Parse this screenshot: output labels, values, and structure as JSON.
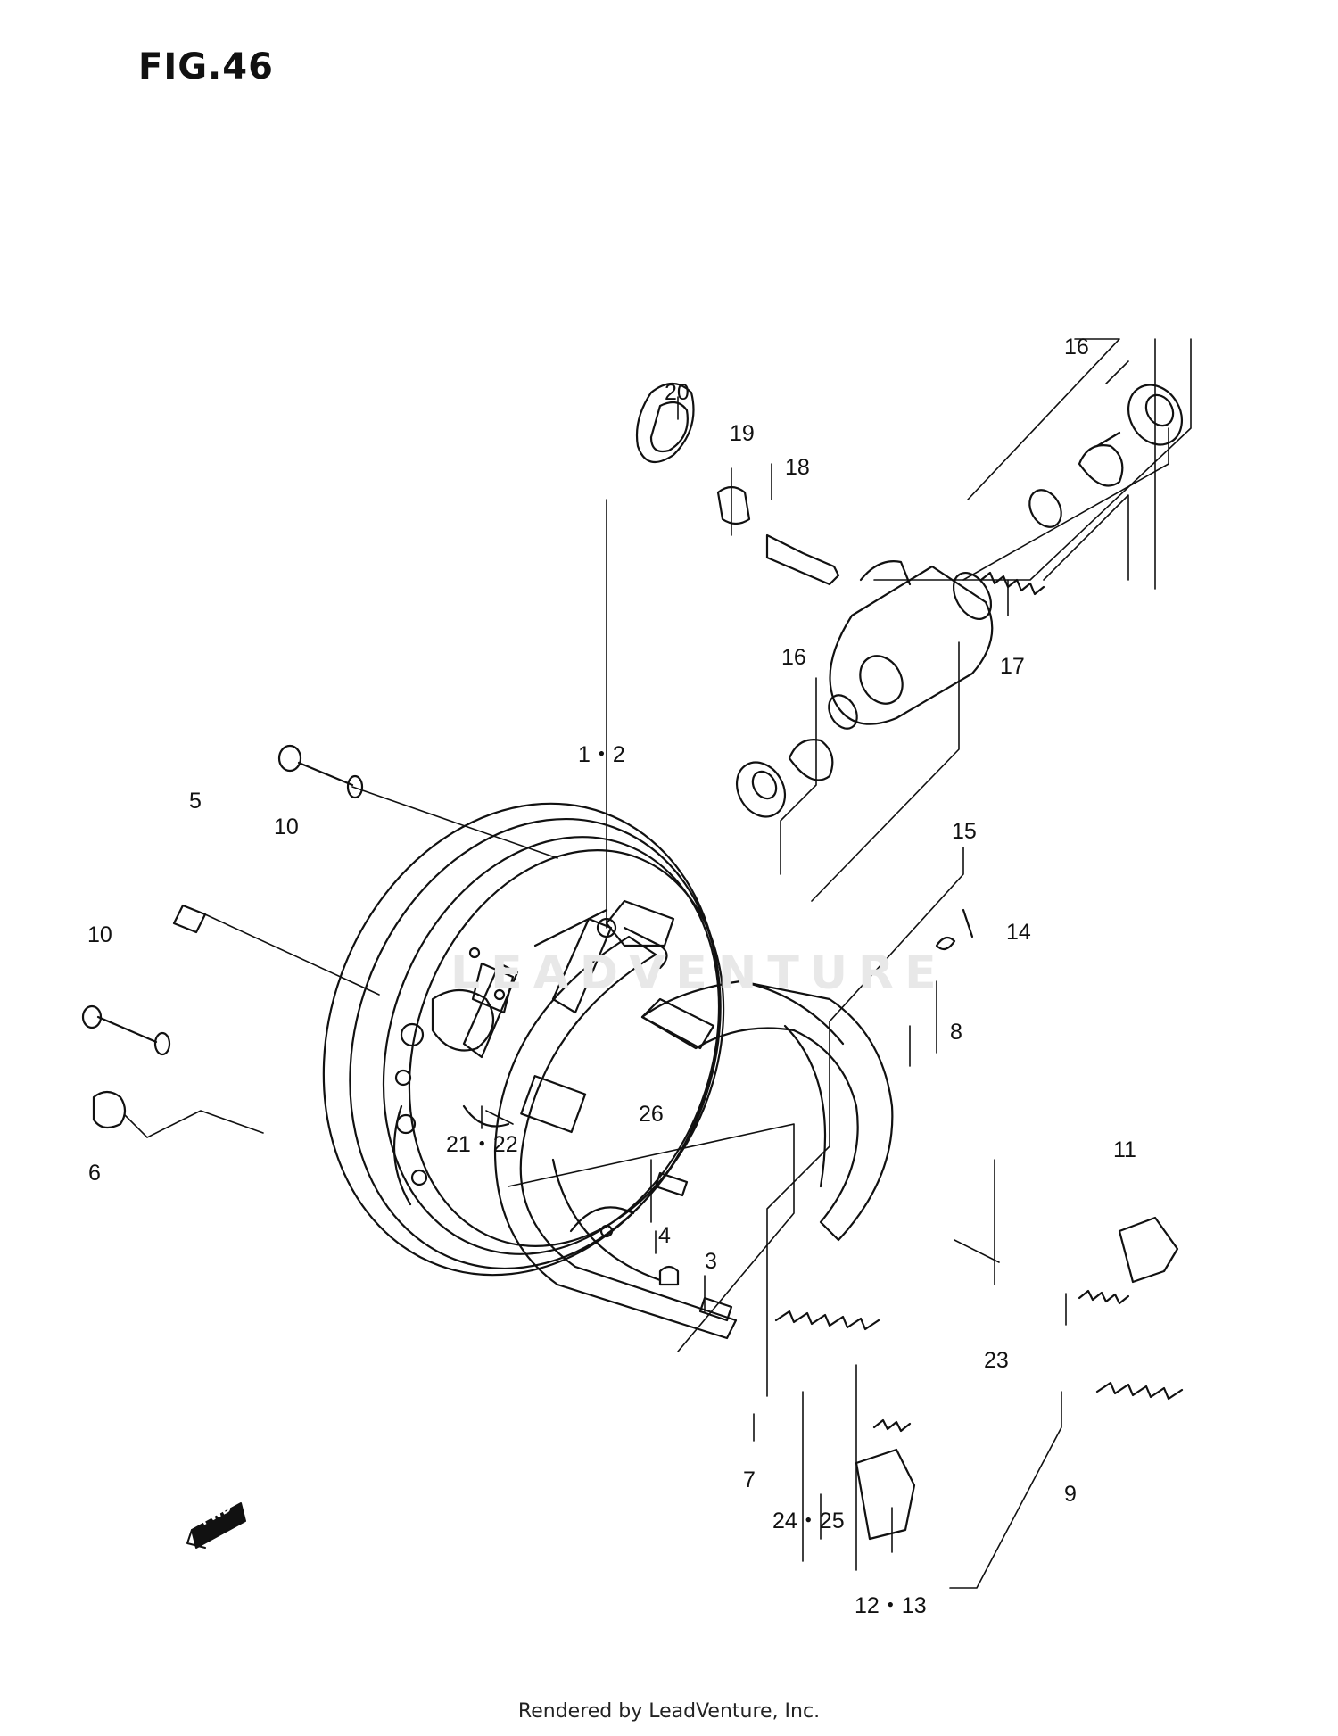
{
  "figure": {
    "title": "FIG.46"
  },
  "footer": {
    "credit": "Rendered by LeadVenture, Inc."
  },
  "watermark": {
    "text": "LEADVENTURE"
  },
  "fwd_marker": {
    "label": "FWD"
  },
  "callouts": [
    {
      "id": "c-1-2",
      "text": "1・2"
    },
    {
      "id": "c-3",
      "text": "3"
    },
    {
      "id": "c-4",
      "text": "4"
    },
    {
      "id": "c-5",
      "text": "5"
    },
    {
      "id": "c-6",
      "text": "6"
    },
    {
      "id": "c-7",
      "text": "7"
    },
    {
      "id": "c-8",
      "text": "8"
    },
    {
      "id": "c-9",
      "text": "9"
    },
    {
      "id": "c-10a",
      "text": "10"
    },
    {
      "id": "c-10b",
      "text": "10"
    },
    {
      "id": "c-11",
      "text": "11"
    },
    {
      "id": "c-12-13",
      "text": "12・13"
    },
    {
      "id": "c-14",
      "text": "14"
    },
    {
      "id": "c-15",
      "text": "15"
    },
    {
      "id": "c-16a",
      "text": "16"
    },
    {
      "id": "c-16b",
      "text": "16"
    },
    {
      "id": "c-17",
      "text": "17"
    },
    {
      "id": "c-18",
      "text": "18"
    },
    {
      "id": "c-19",
      "text": "19"
    },
    {
      "id": "c-20",
      "text": "20"
    },
    {
      "id": "c-21-22",
      "text": "21・22"
    },
    {
      "id": "c-23",
      "text": "23"
    },
    {
      "id": "c-24-25",
      "text": "24・25"
    },
    {
      "id": "c-26",
      "text": "26"
    }
  ]
}
